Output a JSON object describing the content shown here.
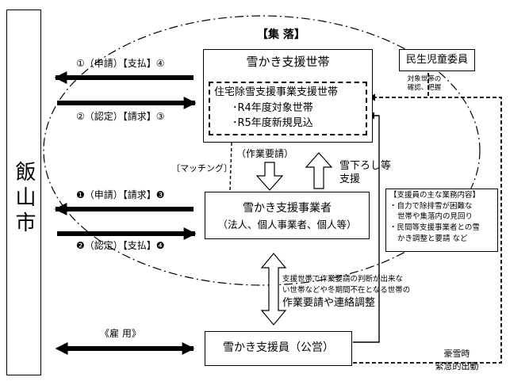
{
  "city": {
    "label": "飯山市"
  },
  "village": {
    "label": "【集 落】"
  },
  "households": {
    "title": "雪かき支援世帯",
    "inner_line1": "住宅除雪支援事業支援世帯",
    "inner_line2": "･R4年度対象世帯",
    "inner_line3": "･R5年度新規見込"
  },
  "welfare_commissioner": {
    "title": "民生児童委員",
    "note_line1": "対象世帯の",
    "note_line2": "確認、把握"
  },
  "arrows_top": {
    "apply_pay": "①（申請）【支払】④",
    "certify_bill": "②（認定）【請求】③"
  },
  "matching": "〔マッチング〕",
  "work_request": "（作業要請）",
  "snow_removal_support": {
    "line1": "雪下ろし等",
    "line2": "支援"
  },
  "operator": {
    "line1": "雪かき支援事業者",
    "line2": "（法人、個人事業者、個人等）"
  },
  "arrows_mid": {
    "apply_bill": "❶（申請）【請求】❸",
    "certify_pay": "❷（認定）【支払】❹"
  },
  "duties": {
    "title": "【支援員の主な業務内容】",
    "item1_line1": "・自力で除排雪が困難な",
    "item1_line2": "世帯や集落内の見回り",
    "item2_line1": "・民間等支援事業者との雪",
    "item2_line2": "かき調整と要請 など"
  },
  "coordination": {
    "line1": "支援世帯で作業要請の判断が出来な",
    "line2": "い世帯などや冬期間不在となる世帯の",
    "line3": "作業要請や連絡調整"
  },
  "employment": "《雇 用》",
  "staff": {
    "title": "雪かき支援員（公営）"
  },
  "emergency": {
    "line1": "豪雪時",
    "line2": "緊急的出動"
  }
}
